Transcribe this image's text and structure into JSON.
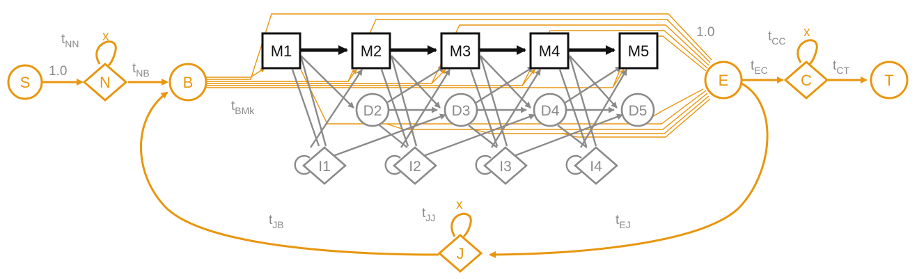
{
  "colors": {
    "orange": "#E8960F",
    "gray": "#8A8A8A",
    "black": "#111111"
  },
  "nodes": {
    "S": "S",
    "N": "N",
    "B": "B",
    "E": "E",
    "C": "C",
    "T": "T",
    "J": "J",
    "M1": "M1",
    "M2": "M2",
    "M3": "M3",
    "M4": "M4",
    "M5": "M5",
    "D2": "D2",
    "D3": "D3",
    "D4": "D4",
    "D5": "D5",
    "I1": "I1",
    "I2": "I2",
    "I3": "I3",
    "I4": "I4"
  },
  "labels": {
    "sn_prob": "1.0",
    "me_prob": "1.0",
    "x_N": "x",
    "x_C": "x",
    "x_J": "x",
    "tNN": {
      "base": "t",
      "sub": "NN"
    },
    "tNB": {
      "base": "t",
      "sub": "NB"
    },
    "tBMk": {
      "base": "t",
      "sub": "BMk"
    },
    "tCC": {
      "base": "t",
      "sub": "CC"
    },
    "tEC": {
      "base": "t",
      "sub": "EC"
    },
    "tCT": {
      "base": "t",
      "sub": "CT"
    },
    "tJB": {
      "base": "t",
      "sub": "JB"
    },
    "tJJ": {
      "base": "t",
      "sub": "JJ"
    },
    "tEJ": {
      "base": "t",
      "sub": "EJ"
    }
  }
}
